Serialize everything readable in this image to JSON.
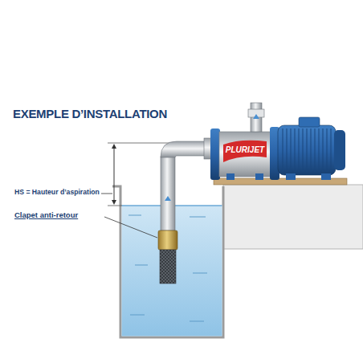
{
  "diagram": {
    "title": "EXEMPLE D’INSTALLATION",
    "labels": [
      "HS = Hauteur d’aspiration",
      "Clapet anti-retour",
      "PLURIJET"
    ]
  }
}
